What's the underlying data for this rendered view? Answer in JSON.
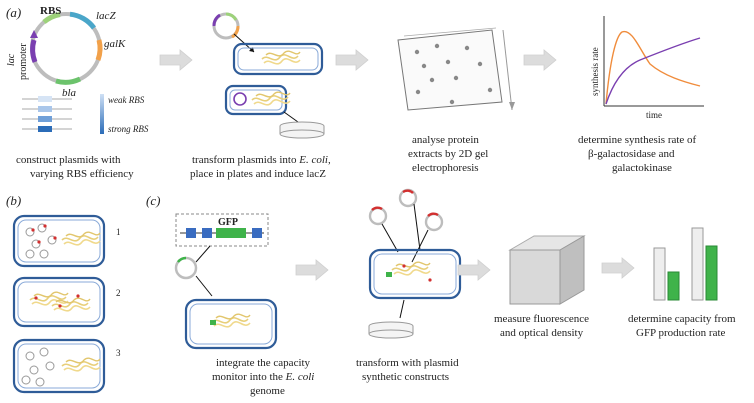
{
  "panels": {
    "a": "(a)",
    "b": "(b)",
    "c": "(c)"
  },
  "plasmid_a": {
    "rbs": "RBS",
    "lacz": "lacZ",
    "galk": "galK",
    "bla": "bla",
    "promoter_line1": "lac",
    "promoter_line2": "promoter"
  },
  "rbs_scale": {
    "weak": "weak RBS",
    "strong": "strong RBS"
  },
  "plot": {
    "ylabel": "synthesis rate",
    "xlabel": "time"
  },
  "captions_a": {
    "step1_l1": "construct plasmids with",
    "step1_l2": "varying RBS efficiency",
    "step2_l1a": "transform plasmids into ",
    "step2_l1b": "E. coli,",
    "step2_l2": "place in plates and induce lacZ",
    "step3_l1": "analyse protein",
    "step3_l2": "extracts by 2D gel",
    "step3_l3": "electrophoresis",
    "step4_l1": "determine synthesis rate of",
    "step4_l2": "β-galactosidase and",
    "step4_l3": "galactokinase"
  },
  "panel_b_numbers": [
    "1",
    "2",
    "3"
  ],
  "panel_c": {
    "gfp": "GFP",
    "cap1_l1": "integrate the capacity",
    "cap1_l2a": "monitor into the ",
    "cap1_l2b": "E. coli",
    "cap1_l3": "genome",
    "cap2_l1": "transform with plasmid",
    "cap2_l2": "synthetic constructs",
    "cap3_l1": "measure fluorescence",
    "cap3_l2": "and optical density",
    "cap4_l1": "determine capacity from",
    "cap4_l2": "GFP production rate"
  },
  "colors": {
    "cell_border": "#2f5c98",
    "arrow_grey": "#dcdcdc",
    "gfp_green": "#3fb34a",
    "plasmid_red": "#d23030",
    "line_purple": "#7a3fb0",
    "line_orange": "#f08c3c"
  }
}
